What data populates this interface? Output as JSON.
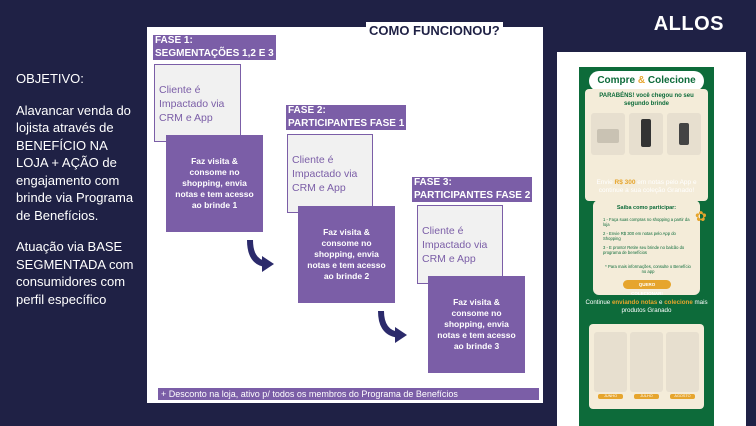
{
  "brand": {
    "logo": "ALLOS"
  },
  "left": {
    "objective_title": "OBJETIVO:",
    "objective_text": "Alavancar venda do lojista através de BENEFÍCIO NA LOJA + AÇÃO de engajamento com brinde via Programa de Benefícios.",
    "segment_text": "Atuação via BASE SEGMENTADA com consumidores com perfil específico"
  },
  "diagram": {
    "title": "COMO FUNCIONOU?",
    "phases": [
      {
        "label": "FASE 1:\nSEGMENTAÇÕES 1,2 E 3",
        "impact": "Cliente é Impactado via CRM e App",
        "action": "Faz visita & consome no shopping, envia notas e tem acesso ao brinde 1"
      },
      {
        "label": "FASE 2:\nPARTICIPANTES FASE 1",
        "impact": "Cliente é Impactado via CRM e App",
        "action": "Faz visita & consome no shopping, envia notas e tem acesso ao brinde 2"
      },
      {
        "label": "FASE 3:\nPARTICIPANTES FASE 2",
        "impact": "Cliente é Impactado via CRM e App",
        "action": "Faz visita & consome no shopping, envia notas e tem acesso ao brinde 3"
      }
    ],
    "footer": "+ Desconto na loja, ativo p/ todos os membros do Programa de Benefícios"
  },
  "phone": {
    "logo_pre": "Compre ",
    "logo_amp": "&",
    "logo_post": " Colecione",
    "panel_title": "PARABÉNS! você chegou no seu segundo brinde",
    "highlight_pre": "Envie ",
    "highlight_value": "R$ 300",
    "highlight_post": " em notas pelo App e continue a sua coleção Granado!",
    "how_title": "Saiba como participar:",
    "steps": [
      "1 - Faça suas compras no shopping a partir da loja",
      "2 - Envie R$ 300 em notas pelo App do Shopping",
      "3 - E pronto! Retire seu brinde no balcão do programa de benefícios"
    ],
    "how_note": "* Para mais informações, consulte o Benefício no app",
    "button": "QUERO COLECIONAR!",
    "continue_pre": "Continue ",
    "continue_hl": "enviando notas",
    "continue_mid": " e ",
    "continue_hl2": "colecione",
    "continue_post": " mais produtos Granado",
    "tags": [
      "JUNHO",
      "JULHO",
      "AGOSTO"
    ],
    "colors": {
      "green": "#0d6b3a",
      "gold": "#e6a52d",
      "cream": "#f4ecd9"
    }
  },
  "colors": {
    "background": "#1f2145",
    "purple": "#7b5ea7"
  }
}
